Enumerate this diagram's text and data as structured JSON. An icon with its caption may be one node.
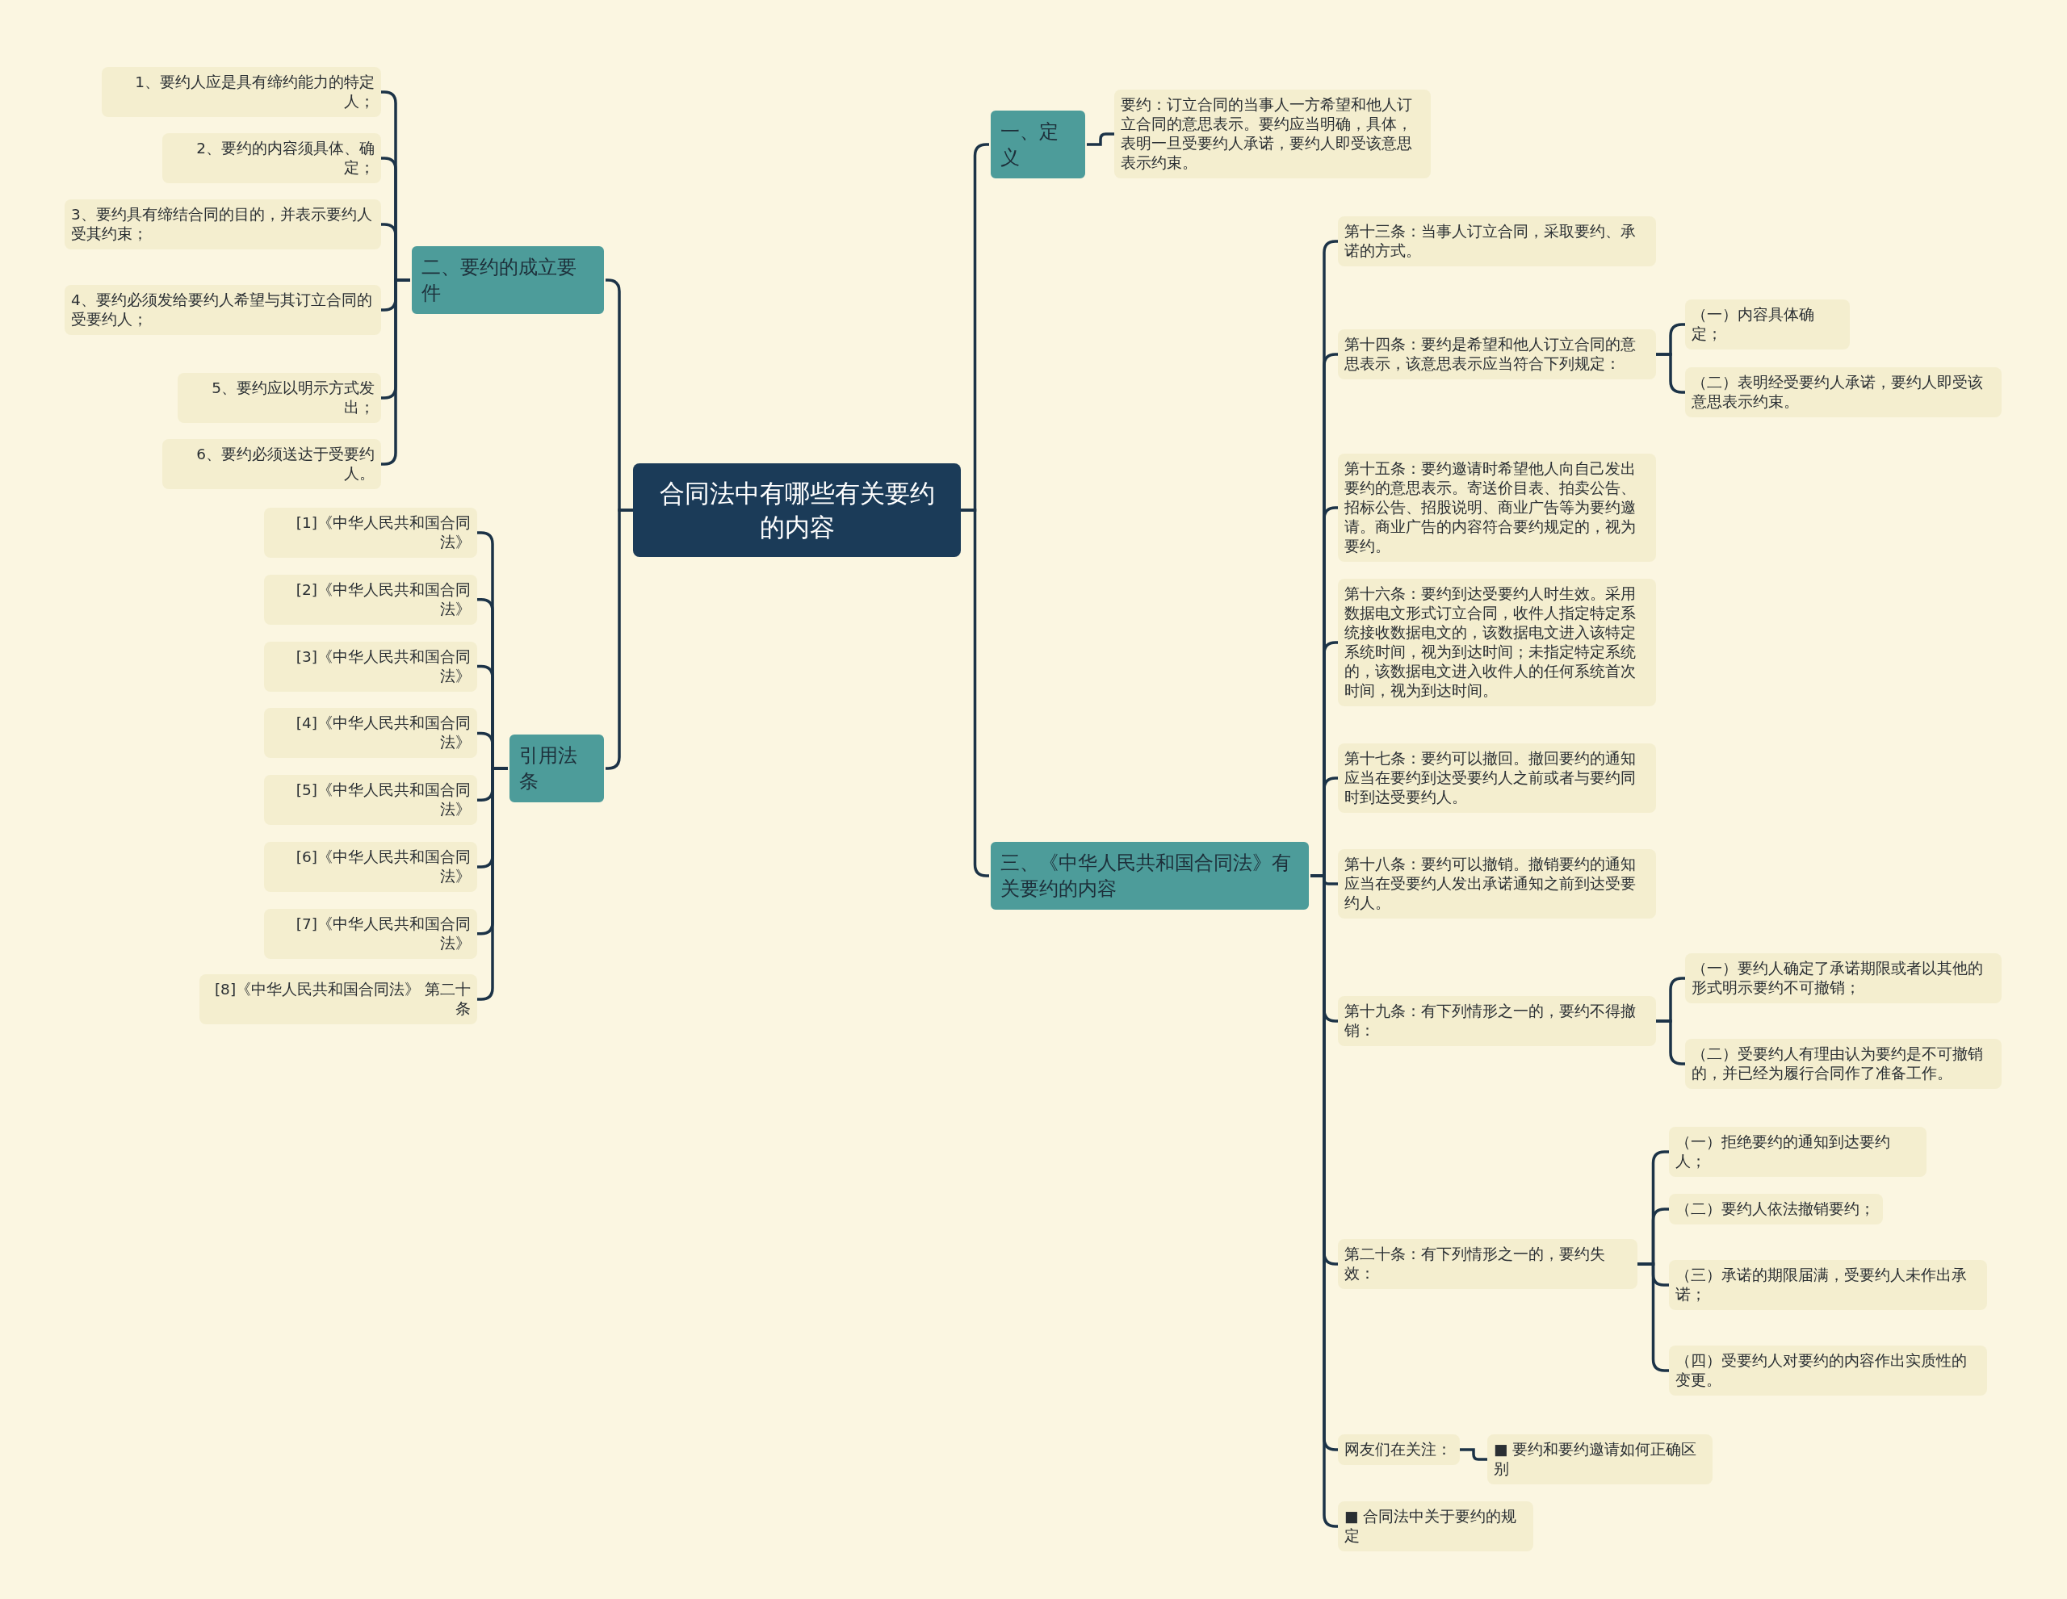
{
  "diagram": {
    "nodes": [
      {
        "text": [
          "合同法中有哪些有关要约的内容"
        ]
      },
      {
        "text": [
          "二、要约的成立要件"
        ]
      },
      {
        "text": [
          "1、要约人应是具有缔约能力的特定人；"
        ]
      },
      {
        "text": [
          "2、要约的内容须具体、确定；"
        ]
      },
      {
        "text": [
          "3、要约具有缔结合同的目的，并表示要约人受其约束；"
        ]
      },
      {
        "text": [
          "4、要约必须发给要约人希望与其订立合同的受要约人；"
        ]
      },
      {
        "text": [
          "5、要约应以明示方式发出；"
        ]
      },
      {
        "text": [
          "6、要约必须送达于受要约人。"
        ]
      },
      {
        "text": [
          "引用法条"
        ]
      },
      {
        "text": [
          "[1]《中华人民共和国合同法》"
        ]
      },
      {
        "text": [
          "[2]《中华人民共和国合同法》"
        ]
      },
      {
        "text": [
          "[3]《中华人民共和国合同法》"
        ]
      },
      {
        "text": [
          "[4]《中华人民共和国合同法》"
        ]
      },
      {
        "text": [
          "[5]《中华人民共和国合同法》"
        ]
      },
      {
        "text": [
          "[6]《中华人民共和国合同法》"
        ]
      },
      {
        "text": [
          "[7]《中华人民共和国合同法》"
        ]
      },
      {
        "text": [
          "[8]《中华人民共和国合同法》 第二十条"
        ]
      },
      {
        "text": [
          "一、定义"
        ]
      },
      {
        "text": [
          "要约：订立合同的当事人一方希望和他人订立合同的意思表示。要约应当明确，具体，表明一旦受要约人承诺，要约人即受该意思表示约束。"
        ]
      },
      {
        "text": [
          "三、《中华人民共和国合同法》有关要约的内容"
        ]
      },
      {
        "text": [
          "第十三条：当事人订立合同，采取要约、承诺的方式。"
        ]
      },
      {
        "text": [
          "第十四条：要约是希望和他人订立合同的意思表示，该意思表示应当符合下列规定："
        ]
      },
      {
        "text": [
          "（一）内容具体确定；"
        ]
      },
      {
        "text": [
          "（二）表明经受要约人承诺，要约人即受该意思表示约束。"
        ]
      },
      {
        "text": [
          "第十五条：要约邀请时希望他人向自己发出要约的意思表示。寄送价目表、拍卖公告、招标公告、招股说明、商业广告等为要约邀请。商业广告的内容符合要约规定的，视为要约。"
        ]
      },
      {
        "text": [
          "第十六条：要约到达受要约人时生效。采用数据电文形式订立合同，收件人指定特定系统接收数据电文的，该数据电文进入该特定系统时间，视为到达时间；未指定特定系统的，该数据电文进入收件人的任何系统首次时间，视为到达时间。"
        ]
      },
      {
        "text": [
          "第十七条：要约可以撤回。撤回要约的通知应当在要约到达受要约人之前或者与要约同时到达受要约人。"
        ]
      },
      {
        "text": [
          "第十八条：要约可以撤销。撤销要约的通知应当在受要约人发出承诺通知之前到达受要约人。"
        ]
      },
      {
        "text": [
          "第十九条：有下列情形之一的，要约不得撤销："
        ]
      },
      {
        "text": [
          "（一）要约人确定了承诺期限或者以其他的形式明示要约不可撤销；"
        ]
      },
      {
        "text": [
          "（二）受要约人有理由认为要约是不可撤销的，并已经为履行合同作了准备工作。"
        ]
      },
      {
        "text": [
          "第二十条：有下列情形之一的，要约失效："
        ]
      },
      {
        "text": [
          "（一）拒绝要约的通知到达要约人；"
        ]
      },
      {
        "text": [
          "（二）要约人依法撤销要约；"
        ]
      },
      {
        "text": [
          "（三）承诺的期限届满，受要约人未作出承诺；"
        ]
      },
      {
        "text": [
          "（四）受要约人对要约的内容作出实质性的变更。"
        ]
      },
      {
        "text": [
          "网友们在关注："
        ]
      },
      {
        "text": [
          "■ 要约和要约邀请如何正确区别"
        ]
      },
      {
        "text": [
          "■ 合同法中关于要约的规定"
        ]
      }
    ],
    "edges": [
      {
        "from": 0,
        "to": 1,
        "arrow": "none"
      },
      {
        "from": 0,
        "to": 8,
        "arrow": "none"
      },
      {
        "from": 0,
        "to": 17,
        "arrow": "none"
      },
      {
        "from": 0,
        "to": 19,
        "arrow": "none"
      },
      {
        "from": 1,
        "to": 2,
        "arrow": "none"
      },
      {
        "from": 1,
        "to": 3,
        "arrow": "none"
      },
      {
        "from": 1,
        "to": 4,
        "arrow": "none"
      },
      {
        "from": 1,
        "to": 5,
        "arrow": "none"
      },
      {
        "from": 1,
        "to": 6,
        "arrow": "none"
      },
      {
        "from": 1,
        "to": 7,
        "arrow": "none"
      },
      {
        "from": 8,
        "to": 9,
        "arrow": "none"
      },
      {
        "from": 8,
        "to": 10,
        "arrow": "none"
      },
      {
        "from": 8,
        "to": 11,
        "arrow": "none"
      },
      {
        "from": 8,
        "to": 12,
        "arrow": "none"
      },
      {
        "from": 8,
        "to": 13,
        "arrow": "none"
      },
      {
        "from": 8,
        "to": 14,
        "arrow": "none"
      },
      {
        "from": 8,
        "to": 15,
        "arrow": "none"
      },
      {
        "from": 8,
        "to": 16,
        "arrow": "none"
      },
      {
        "from": 17,
        "to": 18,
        "arrow": "none"
      },
      {
        "from": 19,
        "to": 20,
        "arrow": "none"
      },
      {
        "from": 19,
        "to": 21,
        "arrow": "none"
      },
      {
        "from": 19,
        "to": 24,
        "arrow": "none"
      },
      {
        "from": 19,
        "to": 25,
        "arrow": "none"
      },
      {
        "from": 19,
        "to": 26,
        "arrow": "none"
      },
      {
        "from": 19,
        "to": 27,
        "arrow": "none"
      },
      {
        "from": 19,
        "to": 28,
        "arrow": "none"
      },
      {
        "from": 19,
        "to": 31,
        "arrow": "none"
      },
      {
        "from": 19,
        "to": 36,
        "arrow": "none"
      },
      {
        "from": 19,
        "to": 38,
        "arrow": "none"
      },
      {
        "from": 21,
        "to": 22,
        "arrow": "none"
      },
      {
        "from": 21,
        "to": 23,
        "arrow": "none"
      },
      {
        "from": 28,
        "to": 29,
        "arrow": "none"
      },
      {
        "from": 28,
        "to": 30,
        "arrow": "none"
      },
      {
        "from": 31,
        "to": 32,
        "arrow": "none"
      },
      {
        "from": 31,
        "to": 33,
        "arrow": "none"
      },
      {
        "from": 31,
        "to": 34,
        "arrow": "none"
      },
      {
        "from": 31,
        "to": 35,
        "arrow": "none"
      },
      {
        "from": 36,
        "to": 37,
        "arrow": "none"
      }
    ]
  }
}
